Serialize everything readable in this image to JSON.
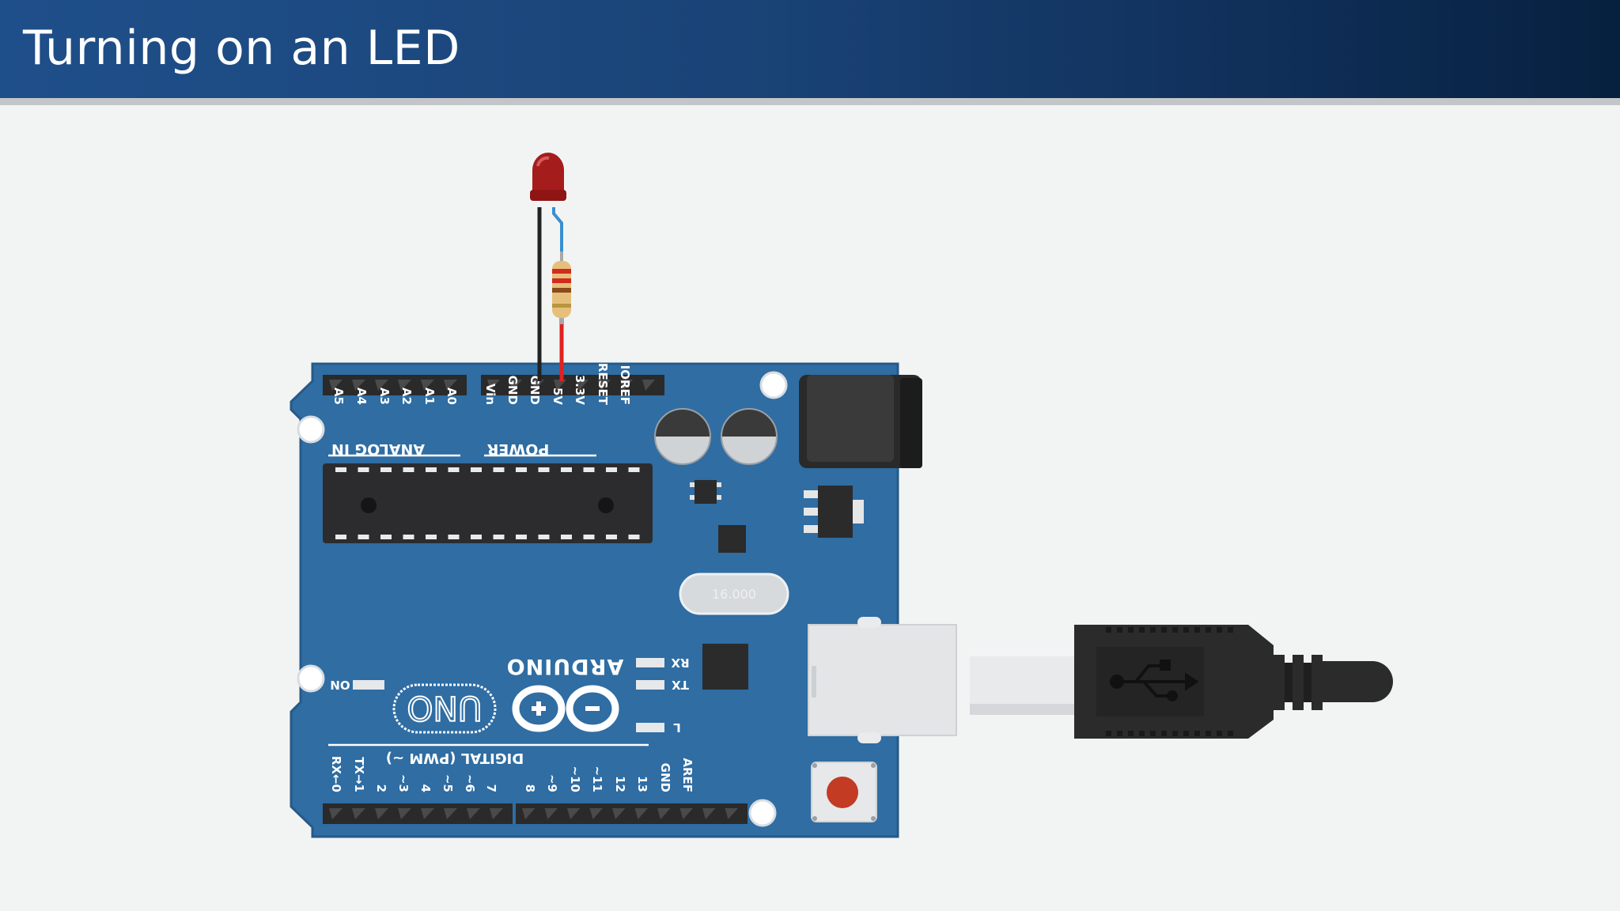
{
  "slide": {
    "title": "Turning on an LED"
  },
  "board": {
    "name": "ARDUINO",
    "model": "UNO",
    "crystal_label": "16.000",
    "analog_header": "ANALOG IN",
    "power_header": "POWER",
    "digital_header": "DIGITAL (PWM ~)",
    "analog_pins": [
      "A0",
      "A1",
      "A2",
      "A3",
      "A4",
      "A5"
    ],
    "power_pins": [
      "IOREF",
      "RESET",
      "3.3V",
      "5V",
      "GND",
      "GND",
      "Vin"
    ],
    "digital_pins_low": [
      "7",
      "~6",
      "~5",
      "4",
      "~3",
      "2",
      "TX→1",
      "RX←0"
    ],
    "digital_pins_high": [
      "AREF",
      "GND",
      "13",
      "12",
      "~11",
      "~10",
      "~9",
      "8"
    ],
    "led_labels": {
      "on": "ON",
      "rx": "RX",
      "tx": "TX",
      "l": "L"
    },
    "colors": {
      "board": "#2f6da3",
      "led": "#b01b1b",
      "wire_red": "#e02020",
      "wire_black": "#222222",
      "usb": "#2b2b2b"
    }
  },
  "components": {
    "led_icon": "led-icon",
    "resistor_icon": "resistor-icon",
    "usb_icon": "usb-icon"
  }
}
